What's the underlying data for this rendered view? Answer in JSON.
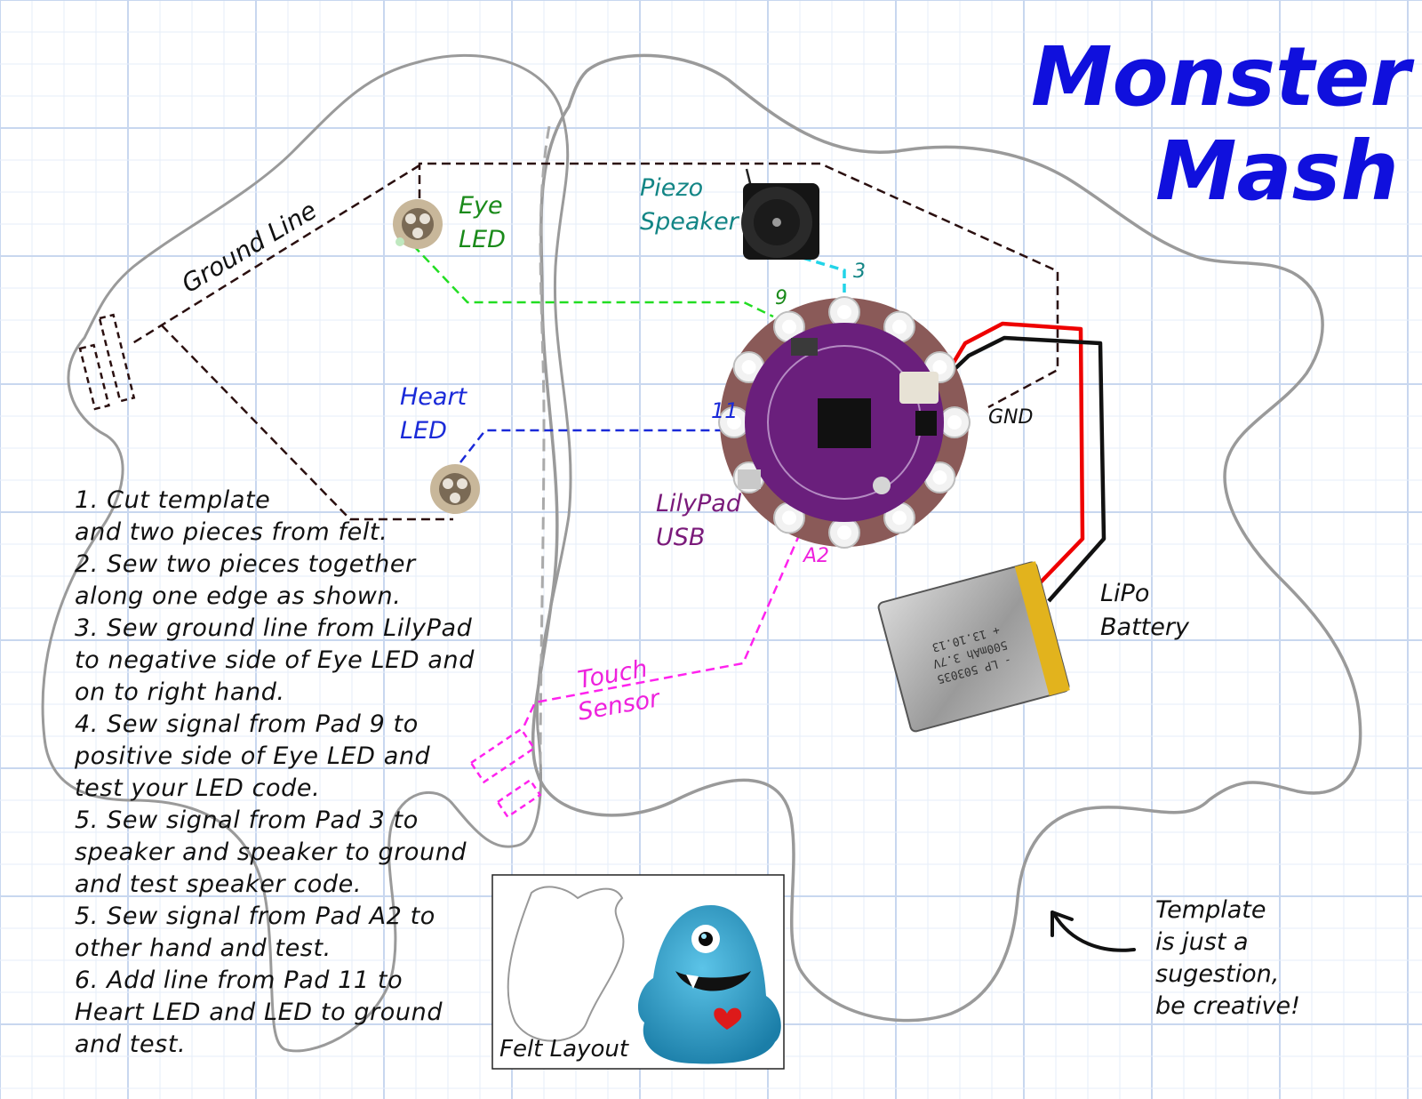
{
  "title": {
    "line1": "Monster",
    "line2": "Mash"
  },
  "labels": {
    "ground_line": "Ground Line",
    "eye_led": [
      "Eye",
      "LED"
    ],
    "piezo_speaker": [
      "Piezo",
      "Speaker"
    ],
    "heart_led": [
      "Heart",
      "LED"
    ],
    "lilypad_usb": [
      "LilyPad",
      "USB"
    ],
    "lipo_battery": [
      "LiPo",
      "Battery"
    ],
    "touch_sensor": [
      "Touch",
      "Sensor"
    ],
    "gnd": "GND",
    "felt_layout": "Felt Layout",
    "template_note": [
      "Template",
      "is just a",
      "sugestion,",
      "be creative!"
    ]
  },
  "pins": {
    "pad9": "9",
    "pad3": "3",
    "pad11": "11",
    "pada2": "A2"
  },
  "instructions": [
    "1. Cut template",
    "and two pieces from felt.",
    "2. Sew two pieces together",
    "along one edge as shown.",
    "3. Sew ground line from LilyPad",
    "to negative side of Eye LED and",
    "on to right hand.",
    "4. Sew signal from Pad 9 to",
    "positive side of Eye LED and",
    "test your LED code.",
    "5. Sew signal from Pad 3 to",
    "speaker and speaker to ground",
    "and test speaker code.",
    "5. Sew signal from Pad A2 to",
    "other hand and test.",
    "6. Add line from Pad 11 to",
    "Heart LED and LED to ground",
    "and test."
  ],
  "battery_print": [
    "+ 13.10.13",
    "500mAh 3.7V",
    "- LP 503035"
  ],
  "colors": {
    "title": "#1010dd",
    "grid_major": "#c8d7ef",
    "grid_minor": "#e6edf8",
    "outline": "#9a9a9a",
    "ground_wire": "#2a0f0f",
    "eye_wire": "#22dd22",
    "eye_text": "#1a8a1a",
    "speaker_wire": "#22d4e8",
    "speaker_text": "#128585",
    "heart_wire": "#1a2ad8",
    "heart_text": "#1a2ad8",
    "touch_wire": "#ff22ee",
    "touch_text": "#ee22dd",
    "lilypad_text": "#7a1a7a",
    "board_purple": "#6a1f7c",
    "board_ring": "#8a5a58",
    "red_wire": "#ee0000",
    "black_wire": "#111111",
    "monster_body": "#2e9ec8"
  }
}
